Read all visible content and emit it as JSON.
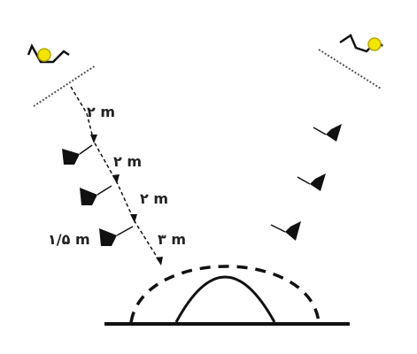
{
  "labels": {
    "d1": "۲ m",
    "d2": "۲ m",
    "d3": "۲ m",
    "d4": "۳ m",
    "d5": "۱/۵ m"
  },
  "colors": {
    "ink": "#111111",
    "label": "#222222",
    "ball": "#f2e600",
    "ball_edge": "#b8a800",
    "dots": "#555555"
  },
  "icons": {
    "left_figure": "ski-jumper-icon",
    "right_figure": "ski-jumper-icon",
    "wedge": "wedge-marker-icon"
  }
}
